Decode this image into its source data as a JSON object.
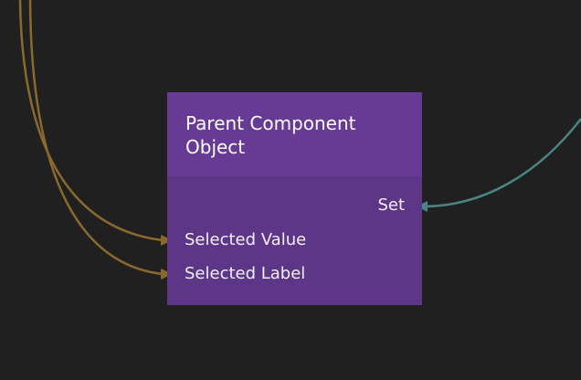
{
  "node": {
    "title": "Parent Component Object",
    "ports": {
      "set": "Set",
      "selected_value": "Selected Value",
      "selected_label": "Selected Label"
    }
  },
  "colors": {
    "background": "#202020",
    "node_body": "#5d3688",
    "node_header": "#673a96",
    "wire_signal": "#8a6a2c",
    "wire_input": "#4a8585"
  }
}
